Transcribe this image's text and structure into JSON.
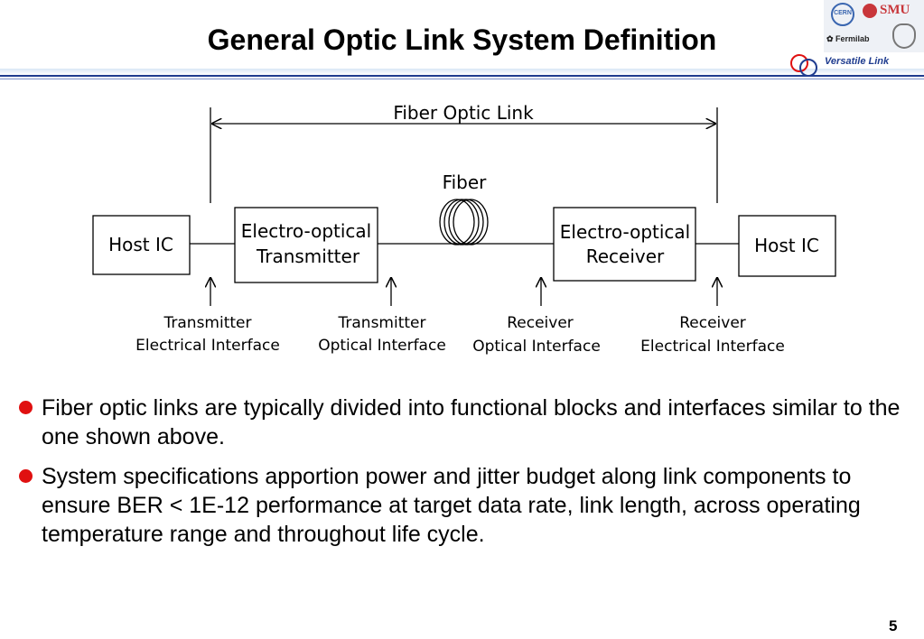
{
  "slide": {
    "title": "General Optic Link System Definition",
    "tagline": "Versatile Link",
    "page_number": "5",
    "logos": {
      "cern": "CERN",
      "smu": "SMU",
      "fermilab": "Fermilab"
    }
  },
  "diagram": {
    "span_label": "Fiber Optic Link",
    "fiber_label": "Fiber",
    "blocks": {
      "host_left": "Host IC",
      "transmitter": [
        "Electro-optical",
        "Transmitter"
      ],
      "receiver": [
        "Electro-optical",
        "Receiver"
      ],
      "host_right": "Host IC"
    },
    "interfaces": [
      [
        "Transmitter",
        "Electrical Interface"
      ],
      [
        "Transmitter",
        "Optical Interface"
      ],
      [
        "Receiver",
        "Optical Interface"
      ],
      [
        "Receiver",
        "Electrical Interface"
      ]
    ]
  },
  "bullets": [
    "Fiber optic links are typically divided into functional blocks and interfaces similar to the one shown above.",
    "System specifications apportion power and jitter budget along link components to ensure BER < 1E-12 performance at target data rate, link length, across operating temperature range and throughout life cycle."
  ]
}
